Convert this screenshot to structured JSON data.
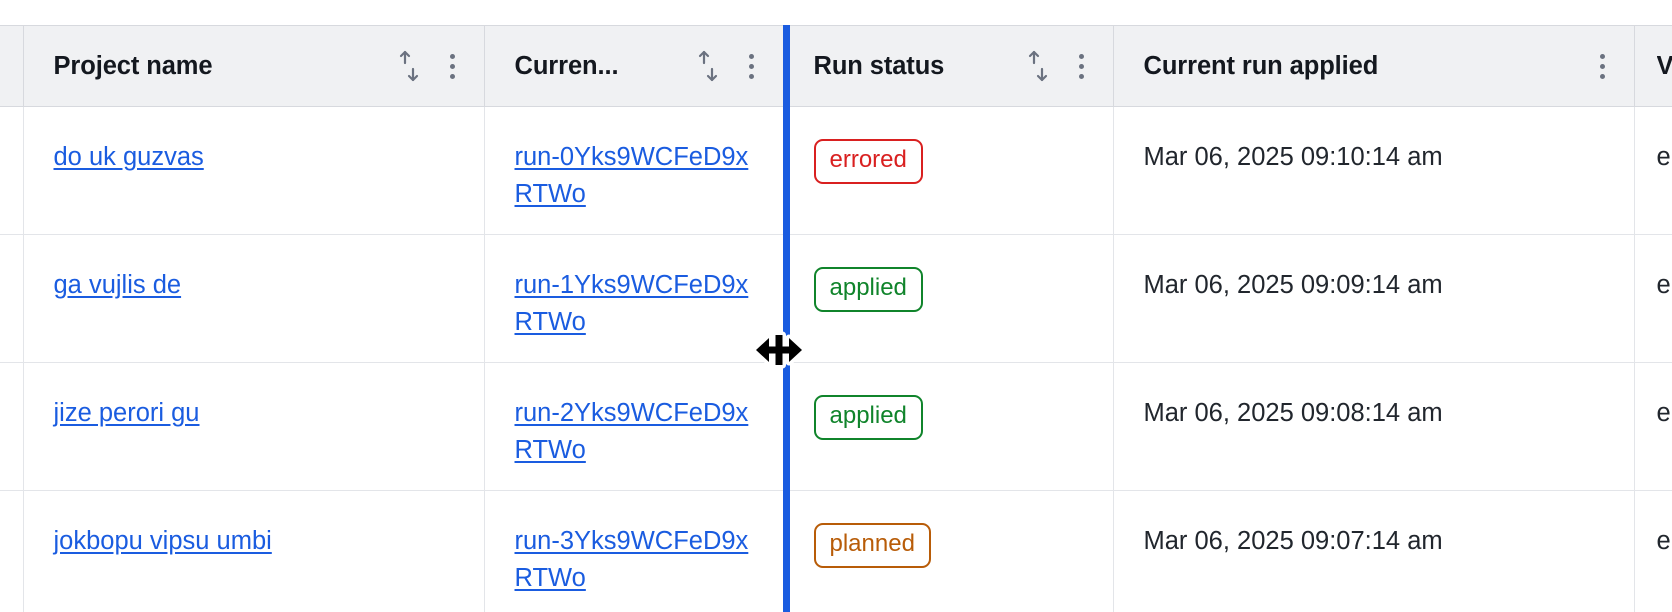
{
  "table": {
    "columns": [
      {
        "id": "gutter",
        "label": "",
        "sortable": false,
        "menu": false
      },
      {
        "id": "project",
        "label": "Project name",
        "sortable": true,
        "menu": true
      },
      {
        "id": "currun",
        "label": "Curren...",
        "sortable": true,
        "menu": true
      },
      {
        "id": "runstat",
        "label": "Run status",
        "sortable": true,
        "menu": true
      },
      {
        "id": "applied",
        "label": "Current run applied",
        "sortable": false,
        "menu": true
      },
      {
        "id": "overflow",
        "label": "V",
        "sortable": false,
        "menu": false
      }
    ],
    "rows": [
      {
        "project": "do uk guzvas",
        "current_run": "run-0Yks9WCFeD9xRTWo",
        "run_status": "errored",
        "status_kind": "errored",
        "current_run_applied": "Mar 06, 2025 09:10:14 am",
        "overflow": "e"
      },
      {
        "project": "ga vujlis de",
        "current_run": "run-1Yks9WCFeD9xRTWo",
        "run_status": "applied",
        "status_kind": "applied",
        "current_run_applied": "Mar 06, 2025 09:09:14 am",
        "overflow": "e"
      },
      {
        "project": "jize perori gu",
        "current_run": "run-2Yks9WCFeD9xRTWo",
        "run_status": "applied",
        "status_kind": "applied",
        "current_run_applied": "Mar 06, 2025 09:08:14 am",
        "overflow": "e"
      },
      {
        "project": "jokbopu vipsu umbi",
        "current_run": "run-3Yks9WCFeD9xRTWo",
        "run_status": "planned",
        "status_kind": "planned",
        "current_run_applied": "Mar 06, 2025 09:07:14 am",
        "overflow": "e"
      }
    ]
  },
  "interaction": {
    "resize_indicator_visible": true,
    "cursor": "col-resize"
  },
  "colors": {
    "link": "#1A5CE0",
    "resize_line": "#1A5CE0",
    "header_bg": "#F0F1F3",
    "border": "#E3E5E9",
    "status_errored": "#D92020",
    "status_applied": "#10842B",
    "status_planned": "#B85C08"
  }
}
